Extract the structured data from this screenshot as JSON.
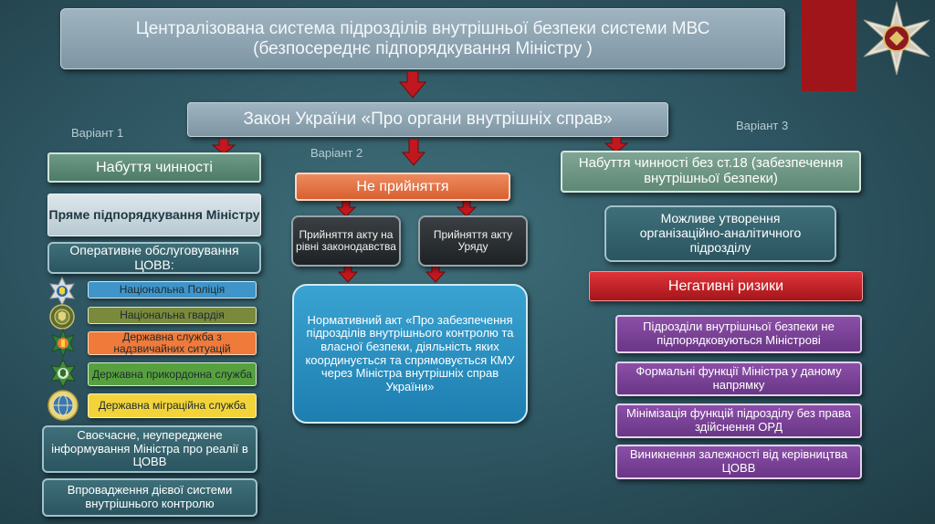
{
  "header": {
    "title_line1": "Централізована система підрозділів внутрішньої безпеки системи МВС",
    "title_line2": "(безпосереднє підпорядкування Міністру )"
  },
  "law": "Закон України «Про органи внутрішніх справ»",
  "variants": {
    "v1": "Варіант 1",
    "v2": "Варіант 2",
    "v3": "Варіант 3"
  },
  "left": {
    "entry_into_force": "Набуття чинності",
    "direct_subordination": "Пряме підпорядкування Міністру",
    "operational_service": "Оперативне обслуговування ЦОВВ:",
    "agencies": [
      {
        "label": "Національна Поліція",
        "color": "#3f95c9",
        "icon": "police-emblem-icon"
      },
      {
        "label": "Національна гвардія",
        "color": "#7a8a3c",
        "icon": "national-guard-emblem-icon"
      },
      {
        "label": "Державна служба з надзвичайних ситуацій",
        "color": "#f07a3a",
        "icon": "emergency-service-emblem-icon"
      },
      {
        "label": "Державна прикордонна служба",
        "color": "#56a13e",
        "icon": "border-guard-emblem-icon"
      },
      {
        "label": "Державна міграційна служба",
        "color": "#f2d43a",
        "icon": "migration-service-emblem-icon"
      }
    ],
    "timely_info": "Своєчасне, неупереджене інформування Міністра про реалії в ЦОВВ",
    "control_system": "Впровадження дієвої системи внутрішнього контролю"
  },
  "middle": {
    "non_adoption": "Не прийняття",
    "act_legislation": "Прийняття акту на рівні законодавства",
    "act_government": "Прийняття акту Уряду",
    "normative_act": "Нормативний акт «Про забезпечення підрозділів внутрішнього контролю та власної безпеки, діяльність яких координується та спрямовується КМУ через Міністра внутрішніх справ України»"
  },
  "right": {
    "entry_no_art18": "Набуття чинності без ст.18 (забезпечення внутрішньої безпеки)",
    "analytical_unit": "Можливе утворення організаційно-аналітичного підрозділу",
    "negative_risks": "Негативні ризики",
    "risks": [
      "Підрозділи внутрішньої безпеки не підпорядковуються Міністрові",
      "Формальні функції Міністра у даному напрямку",
      "Мінімізація функцій підрозділу без права здійснення ОРД",
      "Виникнення залежності від керівництва ЦОВВ"
    ]
  },
  "colors": {
    "background": "#2d5460",
    "arrow": "#c0181e",
    "accent_bar": "#a3161b"
  }
}
